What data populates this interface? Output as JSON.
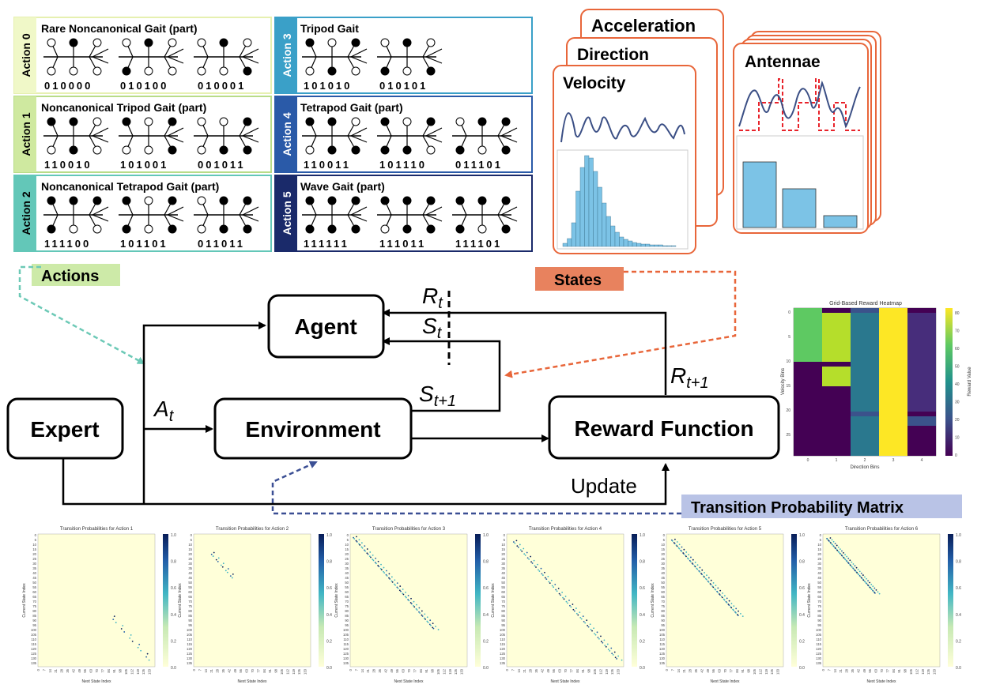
{
  "colors": {
    "action0": "#f0f8c8",
    "action1": "#cfe9a0",
    "action2": "#63c7b8",
    "action3": "#3aa0c8",
    "action4": "#2a5aa8",
    "action5": "#1a2a6a",
    "states_orange": "#e8663a",
    "actions_teal": "#6cc9b6",
    "tpm_blue": "#3b4f94"
  },
  "actions": [
    {
      "label": "Action 0",
      "title": "Rare Noncanonical Gait (part)",
      "codes": [
        "010000",
        "010100",
        "010001"
      ]
    },
    {
      "label": "Action 1",
      "title": "Noncanonical Tripod Gait (part)",
      "codes": [
        "110010",
        "101001",
        "001011"
      ]
    },
    {
      "label": "Action 2",
      "title": "Noncanonical Tetrapod Gait (part)",
      "codes": [
        "111100",
        "101101",
        "011011"
      ]
    },
    {
      "label": "Action 3",
      "title": "Tripod Gait",
      "codes": [
        "101010",
        "010101"
      ]
    },
    {
      "label": "Action 4",
      "title": "Tetrapod Gait (part)",
      "codes": [
        "110011",
        "101110",
        "011101"
      ]
    },
    {
      "label": "Action 5",
      "title": "Wave Gait (part)",
      "codes": [
        "111111",
        "111011",
        "111101"
      ]
    }
  ],
  "state_cards": {
    "acceleration": "Acceleration",
    "direction": "Direction",
    "velocity": "Velocity",
    "antennae": "Antennae"
  },
  "tags": {
    "actions": "Actions",
    "states": "States",
    "tpm": "Transition Probability Matrix"
  },
  "flow": {
    "agent": "Agent",
    "expert": "Expert",
    "environment": "Environment",
    "reward": "Reward Function",
    "update": "Update",
    "R": "R",
    "S": "S",
    "A": "A",
    "sub_t": "t",
    "sub_t1": "t+1"
  },
  "heatmap": {
    "title": "Grid-Based Reward Heatmap",
    "xlabel": "Direction Bins",
    "ylabel": "Velocity Bins",
    "cbar_label": "Reward Value",
    "xticks": [
      "0",
      "1",
      "2",
      "3",
      "4"
    ],
    "yticks": [
      "0",
      "5",
      "10",
      "15",
      "20",
      "25"
    ],
    "cbar_ticks": [
      "0",
      "10",
      "20",
      "30",
      "40",
      "50",
      "60",
      "70",
      "80"
    ]
  },
  "tpm": {
    "titles": [
      "Transition Probabilities for Action 1",
      "Transition Probabilities for Action 2",
      "Transition Probabilities for Action 3",
      "Transition Probabilities for Action 4",
      "Transition Probabilities for Action 5",
      "Transition Probabilities for Action 6"
    ],
    "xlabel": "Next State Index",
    "ylabel": "Current State Index",
    "cbar_ticks": [
      "1.0",
      "0.8",
      "0.6",
      "0.4",
      "0.2",
      "0.0"
    ]
  }
}
